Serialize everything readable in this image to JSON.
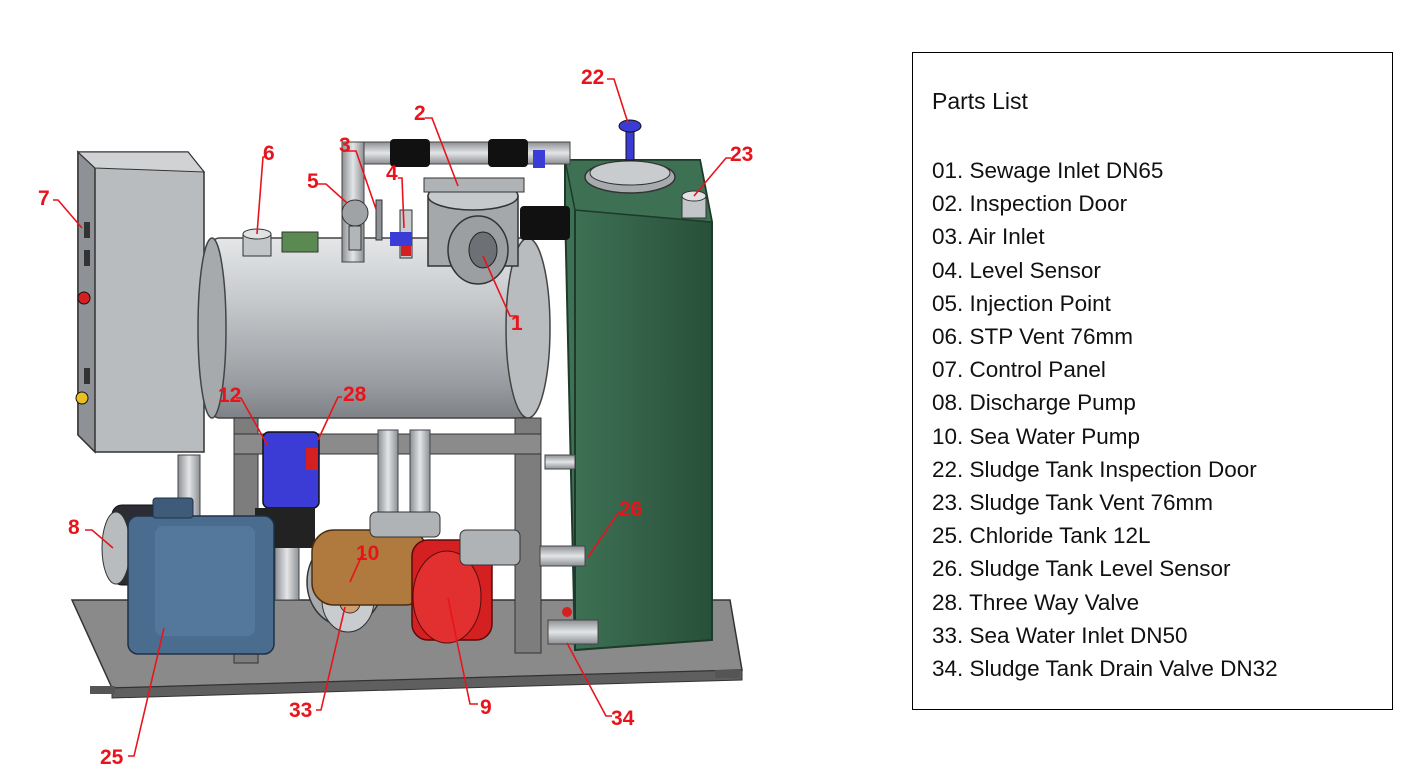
{
  "callouts": {
    "c1": "1",
    "c2": "2",
    "c3": "3",
    "c4": "4",
    "c5": "5",
    "c6": "6",
    "c7": "7",
    "c8": "8",
    "c9": "9",
    "c10": "10",
    "c12": "12",
    "c22": "22",
    "c23": "23",
    "c25": "25",
    "c26": "26",
    "c28": "28",
    "c33": "33",
    "c34": "34"
  },
  "parts": {
    "title": "Parts List",
    "items": [
      "01. Sewage Inlet DN65",
      "02. Inspection Door",
      "03. Air Inlet",
      "04. Level Sensor",
      "05. Injection Point",
      "06. STP Vent 76mm",
      "07. Control Panel",
      "08. Discharge Pump",
      "10. Sea Water Pump",
      "22. Sludge Tank Inspection Door",
      "23. Sludge Tank Vent 76mm",
      "25. Chloride Tank 12L",
      "26. Sludge Tank Level Sensor",
      "28. Three Way Valve",
      "33. Sea Water Inlet DN50",
      "34. Sludge Tank Drain Valve DN32"
    ]
  },
  "colors": {
    "callout": "#e8141c",
    "sludge_tank": "#2f5e45",
    "main_tank": "#b4b7ba",
    "frame": "#7d7d7d",
    "chloride_tank": "#4a6d8f",
    "sea_water_pump": "#b07a3e",
    "discharge_pump": "#d42020",
    "valve_blue": "#3b3bd6"
  }
}
